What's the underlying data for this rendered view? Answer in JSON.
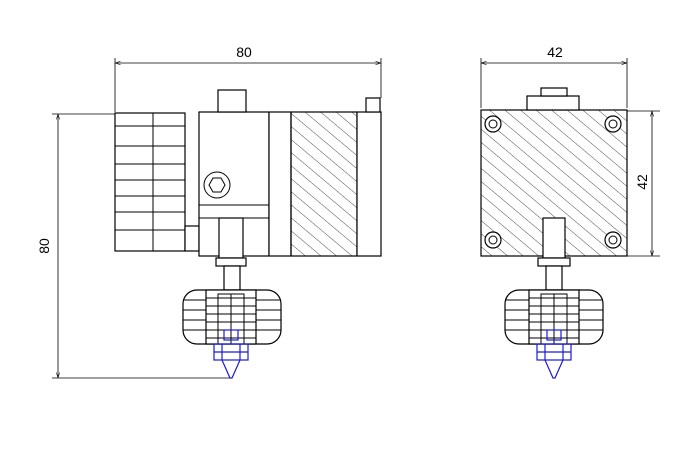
{
  "drawing": {
    "side_view": {
      "width_label": "80",
      "height_label": "80"
    },
    "front_view": {
      "width_label": "42",
      "height_label": "42"
    },
    "colors": {
      "line": "#000000",
      "nozzle": "#1a1ad6",
      "background": "#ffffff"
    }
  }
}
